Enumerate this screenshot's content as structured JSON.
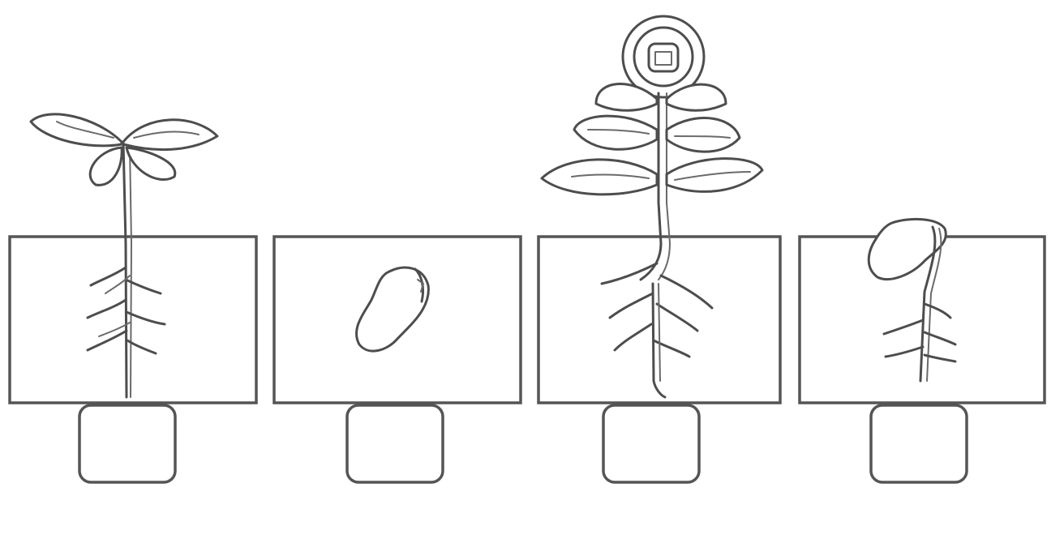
{
  "stages": [
    {
      "name": "seedling",
      "answer": ""
    },
    {
      "name": "seed",
      "answer": ""
    },
    {
      "name": "flowering-plant",
      "answer": ""
    },
    {
      "name": "germinating-seed",
      "answer": ""
    }
  ],
  "colors": {
    "line": "#555555",
    "background": "#ffffff"
  }
}
